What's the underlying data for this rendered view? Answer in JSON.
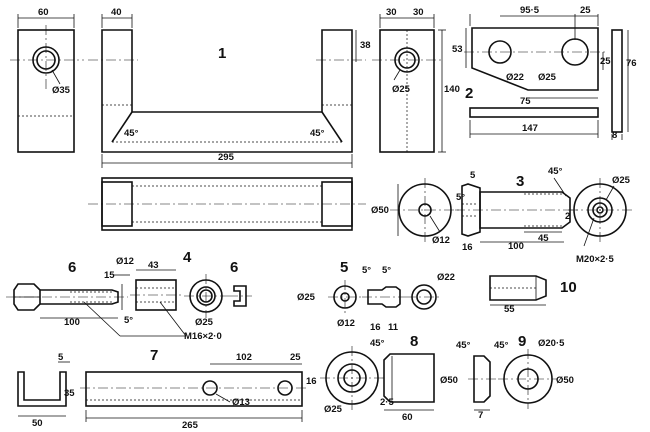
{
  "part_numbers": [
    "1",
    "2",
    "3",
    "4",
    "5",
    "6",
    "6",
    "7",
    "8",
    "9",
    "10"
  ],
  "part1": {
    "side_left": {
      "width": "60",
      "hole": "Ø35"
    },
    "front": {
      "top_width": "40",
      "upright_height": "38",
      "angle_left": "45°",
      "angle_right": "45°",
      "length": "295"
    },
    "side_right": {
      "width_a": "30",
      "width_b": "30",
      "height": "140",
      "hole": "Ø25"
    }
  },
  "part2": {
    "top_span": "95·5",
    "top_right": "25",
    "left_height": "53",
    "right_height": "25",
    "overall_height": "76",
    "bottom_span": "75",
    "hole_a": "Ø22",
    "hole_b": "Ø25",
    "strip_length": "147",
    "thickness": "8"
  },
  "part3": {
    "disc_diameter": "Ø50",
    "bore": "Ø12",
    "chamfer_angle": "5°",
    "shoulder": "5",
    "tip_angle": "45°",
    "end_diameter": "Ø25",
    "thread": "M20×2·5",
    "collar": "16",
    "length": "100",
    "thread_length": "45",
    "tip": "2"
  },
  "part4": {
    "length": "43",
    "outer": "Ø25",
    "thread": "M16×2·0"
  },
  "part5": {
    "outer": "Ø25",
    "bore": "Ø12",
    "angle_a": "5°",
    "angle_b": "5°",
    "len_a": "16",
    "len_b": "11",
    "ring": "Ø22"
  },
  "part6": {
    "bore": "Ø12",
    "head": "15",
    "length": "100",
    "angle": "5°"
  },
  "part7": {
    "channel_width": "50",
    "channel_height": "35",
    "flange": "5",
    "length": "265",
    "span": "102",
    "end": "25",
    "hole": "Ø13",
    "height": "16"
  },
  "part8": {
    "angle": "45°",
    "outer": "Ø50",
    "inner": "Ø25",
    "gap": "2·5",
    "length": "60"
  },
  "part9": {
    "angle_a": "45°",
    "angle_b": "45°",
    "bore": "Ø20·5",
    "outer": "Ø50",
    "width": "7"
  },
  "part10": {
    "length": "55"
  }
}
